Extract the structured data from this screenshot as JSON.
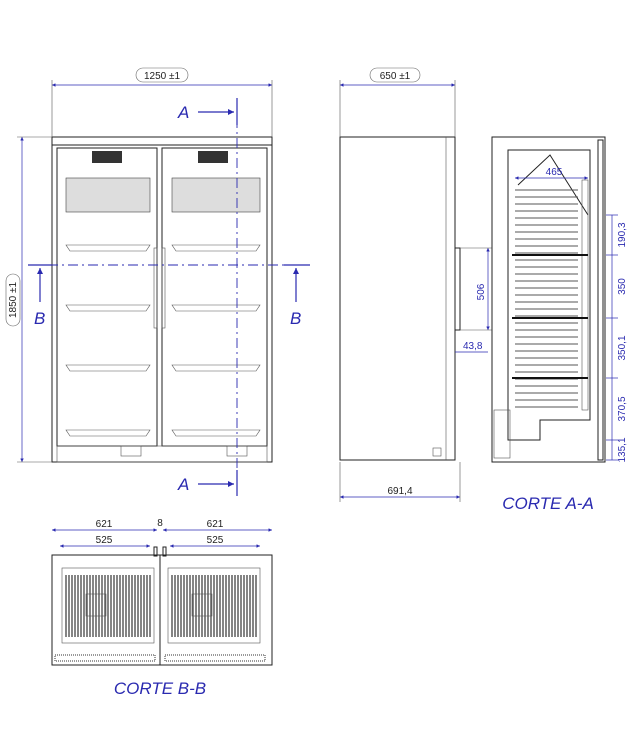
{
  "front_view": {
    "width_label": "1250 ±1",
    "height_label": "1850 ±1",
    "section_a_label": "A",
    "section_b_label": "B"
  },
  "side_view": {
    "depth_label": "650 ±1",
    "handle_height": "506",
    "handle_offset": "43,8",
    "total_depth": "691,4"
  },
  "section_a": {
    "title": "CORTE A-A",
    "inner_depth": "465",
    "shelf_spacings": [
      "190,3",
      "350",
      "350,1",
      "370,5",
      "135,1"
    ]
  },
  "section_b": {
    "title": "CORTE B-B",
    "door_width_left": "621",
    "gap": "8",
    "door_width_right": "621",
    "inner_width_left": "525",
    "inner_width_right": "525"
  },
  "colors": {
    "dimension": "#2a2ab0",
    "line": "#222222"
  }
}
